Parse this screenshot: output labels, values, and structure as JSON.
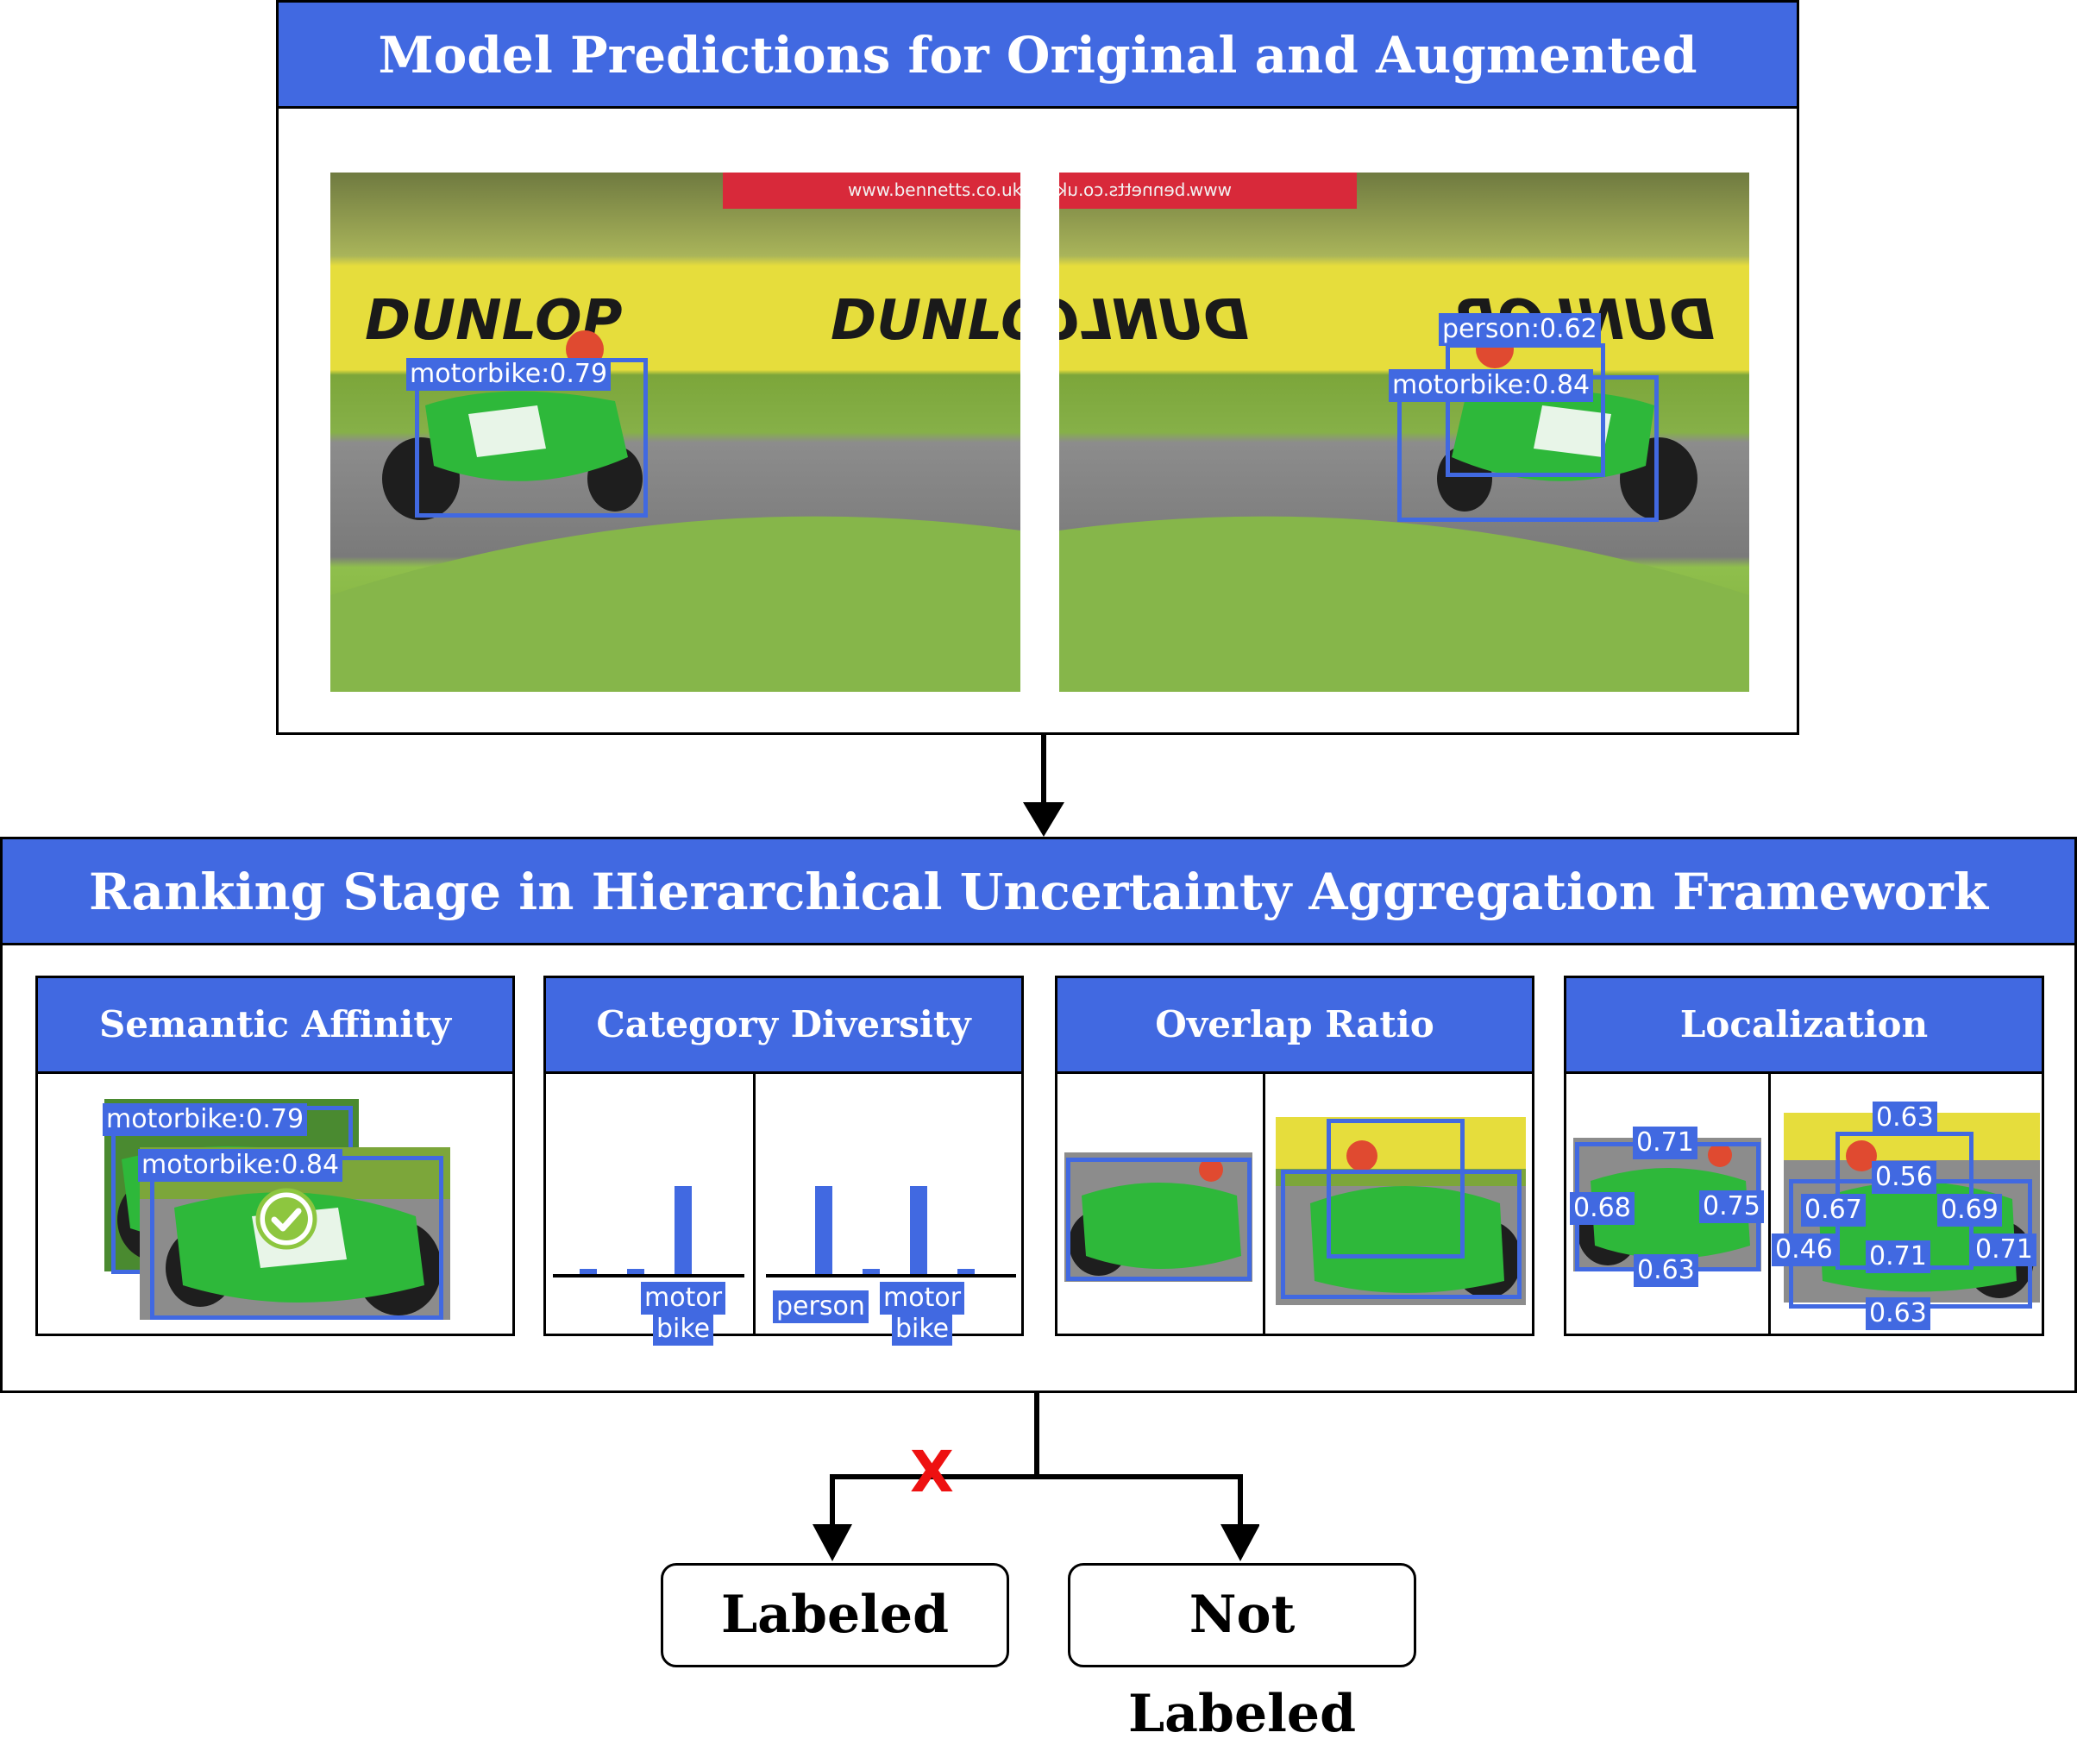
{
  "top_panel": {
    "title": "Model Predictions for Original and Augmented Images",
    "original": {
      "sign_text": "DUNLOP",
      "banner_text": "www.bennetts.co.uk",
      "detections": [
        {
          "label": "motorbike:0.79"
        }
      ]
    },
    "augmented": {
      "sign_text": "DUNLOP",
      "banner_text": "www.bennetts.co.uk",
      "detections": [
        {
          "label": "person:0.62"
        },
        {
          "label": "motorbike:0.84"
        }
      ]
    }
  },
  "ranking_panel": {
    "title": "Ranking Stage in Hierarchical Uncertainty Aggregation Framework",
    "semantic_affinity": {
      "title": "Semantic Affinity",
      "labels": [
        "motorbike:0.79",
        "motorbike:0.84"
      ],
      "check_icon": "check-circle-icon"
    },
    "category_diversity": {
      "title": "Category Diversity",
      "left_labels": [
        "motor",
        "bike"
      ],
      "right_labels": [
        "person",
        "motor",
        "bike"
      ]
    },
    "overlap_ratio": {
      "title": "Overlap Ratio"
    },
    "localization_confidence": {
      "title": "Localization Confidence",
      "left_scores": [
        "0.71",
        "0.68",
        "0.75",
        "0.63"
      ],
      "right_scores": [
        "0.63",
        "0.56",
        "0.67",
        "0.69",
        "0.46",
        "0.71",
        "0.71",
        "0.63"
      ]
    }
  },
  "outcomes": {
    "labeled": "Labeled",
    "not_labeled": "Not Labeled",
    "reject_mark": "X"
  },
  "colors": {
    "accent": "#4169e1",
    "reject": "#ee1111",
    "check": "#8dc63f"
  }
}
